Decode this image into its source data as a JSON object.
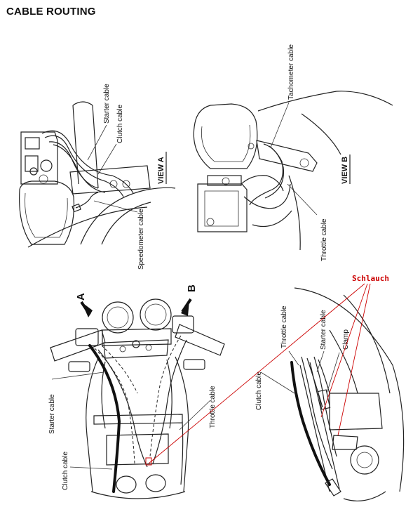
{
  "title": "CABLE ROUTING",
  "view_a": {
    "heading": "VIEW A",
    "labels": {
      "starter": "Starter cable",
      "clutch": "Clutch cable",
      "speedometer": "Speedometer cable"
    }
  },
  "view_b": {
    "heading": "VIEW B",
    "labels": {
      "tachometer": "Tachometer cable",
      "throttle": "Throttle cable"
    }
  },
  "front_view": {
    "arrow_a": "A",
    "arrow_b": "B",
    "labels": {
      "starter": "Starter cable",
      "clutch": "Clutch cable",
      "throttle": "Throttle cable"
    }
  },
  "side_view": {
    "labels": {
      "throttle": "Throttle cable",
      "starter": "Starter cable",
      "clamp": "Clamp",
      "clutch": "Clutch cable"
    }
  },
  "annotation": {
    "text": "Schlauch",
    "color": "#cc0000"
  }
}
